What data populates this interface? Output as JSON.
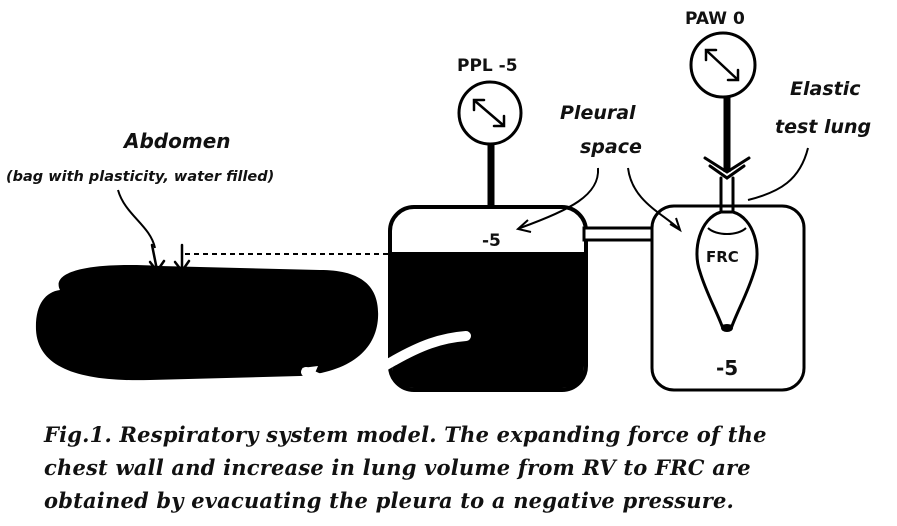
{
  "labels": {
    "abdomen_title": "Abdomen",
    "abdomen_sub": "(bag with plasticity, water filled)",
    "ppl_gauge": "PPL -5",
    "paw_gauge": "PAW 0",
    "pleural_line1": "Pleural",
    "pleural_line2": "space",
    "elastic_line1": "Elastic",
    "elastic_line2": "test lung",
    "left_chamber_pressure": "-5",
    "lung_label": "FRC",
    "right_chamber_pressure": "-5"
  },
  "caption": {
    "line1": "Fig.1. Respiratory system model. The expanding force of the",
    "line2": "chest wall and increase in lung volume from RV to FRC are",
    "line3": "obtained by evacuating the pleura to a negative pressure."
  }
}
